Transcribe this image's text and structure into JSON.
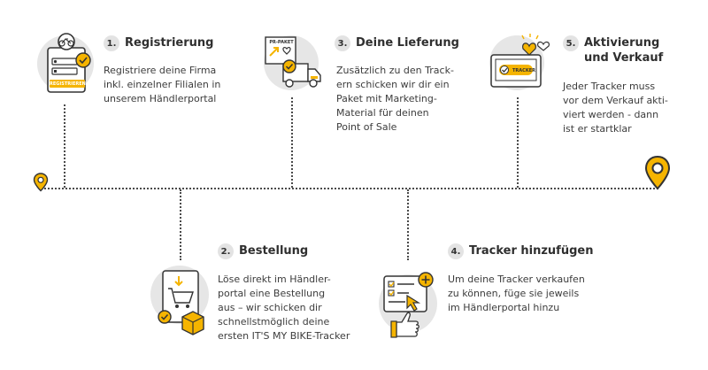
{
  "colors": {
    "accent": "#f5b400",
    "line": "#4a4a4a",
    "circle": "#e6e6e6",
    "text": "#3c3c3c"
  },
  "steps": [
    {
      "number": "1.",
      "title": "Registrierung",
      "desc_lines": [
        "Registriere deine Firma",
        "inkl. einzelner Filialen in",
        "unserem Händlerportal"
      ],
      "icon": "registration-icon",
      "icon_label": "REGISTRIEREN"
    },
    {
      "number": "2.",
      "title": "Bestellung",
      "desc_lines": [
        "Löse direkt im Händler-",
        "portal eine Bestellung",
        "aus – wir schicken dir",
        "schnellstmöglich deine",
        "ersten IT'S MY BIKE-Tracker"
      ],
      "icon": "shopping-cart-box-icon"
    },
    {
      "number": "3.",
      "title": "Deine Lieferung",
      "desc_lines": [
        "Zusätzlich zu den Track-",
        "ern schicken wir dir ein",
        "Paket mit Marketing-",
        "Material für deinen",
        "Point of Sale"
      ],
      "icon": "delivery-truck-icon",
      "icon_label": "PR-PAKET"
    },
    {
      "number": "4.",
      "title": "Tracker hinzufügen",
      "desc_lines": [
        "Um deine Tracker verkaufen",
        "zu können, füge sie jeweils",
        "im Händlerportal hinzu"
      ],
      "icon": "add-tracker-icon"
    },
    {
      "number": "5.",
      "title_lines": [
        "Aktivierung",
        "und Verkauf"
      ],
      "desc_lines": [
        "Jeder Tracker muss",
        "vor dem Verkauf akti-",
        "viert werden - dann",
        "ist er startklar"
      ],
      "icon": "activation-icon",
      "icon_label": "TRACKER"
    }
  ]
}
